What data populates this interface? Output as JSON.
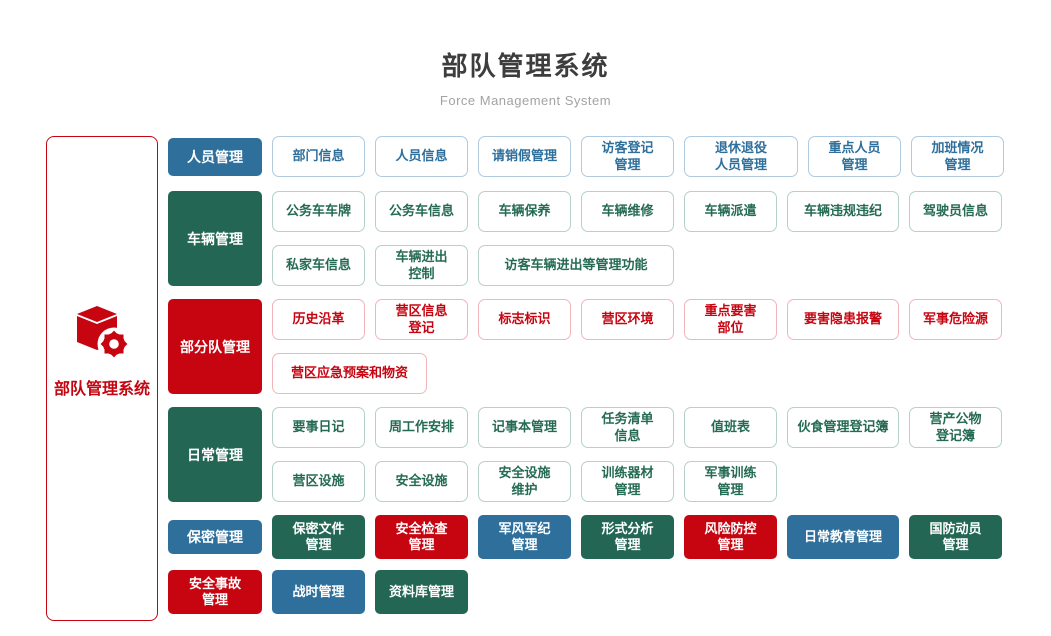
{
  "header": {
    "title": "部队管理系统",
    "subtitle": "Force Management System"
  },
  "root": {
    "label": "部队管理系统",
    "icon": "cube-gear-icon"
  },
  "colors": {
    "blue": "#2e6f9b",
    "green": "#226653",
    "red": "#c60511",
    "outline_blue_border": "#b0cadf",
    "outline_green_border": "#b6d1c7",
    "outline_red_border": "#f0b6ba"
  },
  "rows": [
    {
      "category": {
        "label": "人员管理",
        "color": "blue"
      },
      "subrows": [
        [
          {
            "label": "部门信息"
          },
          {
            "label": "人员信息"
          },
          {
            "label": "请销假管理"
          },
          {
            "label": "访客登记\n管理"
          },
          {
            "label": "退休退役\n人员管理"
          },
          {
            "label": "重点人员\n管理"
          },
          {
            "label": "加班情况\n管理"
          }
        ]
      ]
    },
    {
      "category": {
        "label": "车辆管理",
        "color": "green"
      },
      "subrows": [
        [
          {
            "label": "公务车车牌"
          },
          {
            "label": "公务车信息"
          },
          {
            "label": "车辆保养"
          },
          {
            "label": "车辆维修"
          },
          {
            "label": "车辆派遣"
          },
          {
            "label": "车辆违规违纪"
          },
          {
            "label": "驾驶员信息"
          }
        ],
        [
          {
            "label": "私家车信息"
          },
          {
            "label": "车辆进出\n控制"
          },
          {
            "label": "访客车辆进出等管理功能"
          }
        ]
      ]
    },
    {
      "category": {
        "label": "部分队管理",
        "color": "red"
      },
      "subrows": [
        [
          {
            "label": "历史沿革"
          },
          {
            "label": "营区信息\n登记"
          },
          {
            "label": "标志标识"
          },
          {
            "label": "营区环境"
          },
          {
            "label": "重点要害\n部位"
          },
          {
            "label": "要害隐患报警"
          },
          {
            "label": "军事危险源"
          }
        ],
        [
          {
            "label": "营区应急预案和物资"
          }
        ]
      ]
    },
    {
      "category": {
        "label": "日常管理",
        "color": "green"
      },
      "subrows": [
        [
          {
            "label": "要事日记"
          },
          {
            "label": "周工作安排"
          },
          {
            "label": "记事本管理"
          },
          {
            "label": "任务清单\n信息"
          },
          {
            "label": "值班表"
          },
          {
            "label": "伙食管理登记簿"
          },
          {
            "label": "营产公物\n登记簿"
          }
        ],
        [
          {
            "label": "营区设施"
          },
          {
            "label": "安全设施"
          },
          {
            "label": "安全设施\n维护"
          },
          {
            "label": "训练器材\n管理"
          },
          {
            "label": "军事训练\n管理"
          }
        ]
      ]
    }
  ],
  "solid_row": {
    "category": {
      "label": "保密管理",
      "color": "blue"
    },
    "items": [
      {
        "label": "保密文件\n管理",
        "color": "green"
      },
      {
        "label": "安全检查\n管理",
        "color": "red"
      },
      {
        "label": "军风军纪\n管理",
        "color": "blue"
      },
      {
        "label": "形式分析\n管理",
        "color": "green"
      },
      {
        "label": "风险防控\n管理",
        "color": "red"
      },
      {
        "label": "日常教育管理",
        "color": "blue"
      },
      {
        "label": "国防动员\n管理",
        "color": "green"
      }
    ]
  },
  "bottom_row": {
    "items": [
      {
        "label": "安全事故\n管理",
        "color": "red"
      },
      {
        "label": "战时管理",
        "color": "blue"
      },
      {
        "label": "资料库管理",
        "color": "green"
      }
    ]
  }
}
